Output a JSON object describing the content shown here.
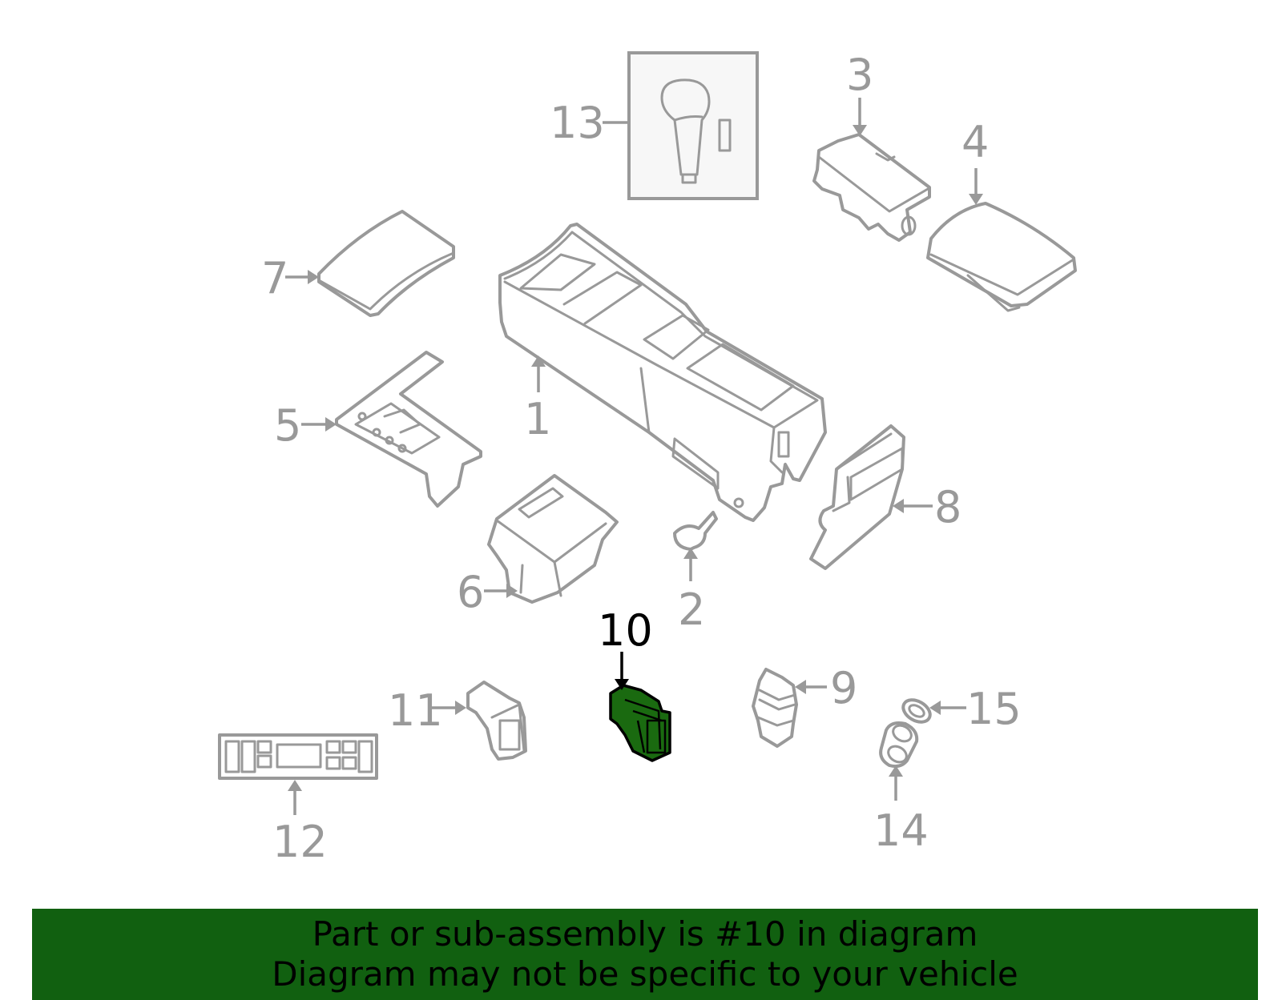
{
  "callouts": {
    "c1": "1",
    "c2": "2",
    "c3": "3",
    "c4": "4",
    "c5": "5",
    "c6": "6",
    "c7": "7",
    "c8": "8",
    "c9": "9",
    "c10": "10",
    "c11": "11",
    "c12": "12",
    "c13": "13",
    "c14": "14",
    "c15": "15"
  },
  "highlighted_part": "10",
  "colors": {
    "line_art": "#999999",
    "highlight_fill": "#1a6a10",
    "banner_bg": "#116010",
    "inset_bg": "#f7f7f7"
  },
  "banner": {
    "line1": "Part or sub-assembly is #10 in diagram",
    "line2": "Diagram may not be specific to your vehicle"
  }
}
